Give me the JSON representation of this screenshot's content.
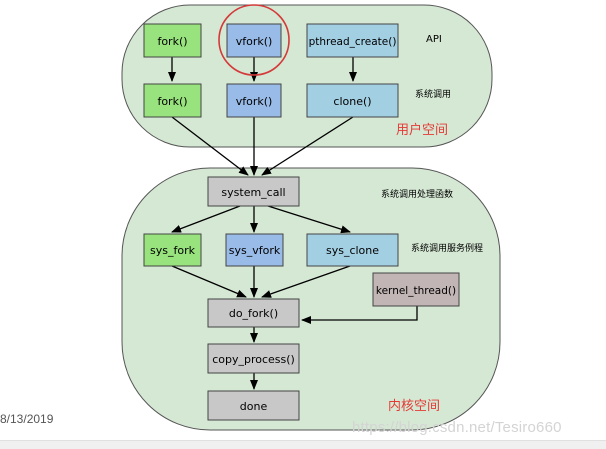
{
  "colors": {
    "region_fill": "#d5e8d4",
    "region_stroke": "#555555",
    "green": "#98e37d",
    "blue": "#99bbe8",
    "teal": "#a3cfe3",
    "gray": "#c8c8c8",
    "mauve": "#c2b5b5",
    "label_red": "#e53935",
    "highlight": "#d43a3a"
  },
  "regions": {
    "user": {
      "label": "用户空间"
    },
    "kernel": {
      "label": "内核空间"
    }
  },
  "side_labels": {
    "api": "API",
    "syscall": "系统调用",
    "handler": "系统调用处理函数",
    "service": "系统调用服务例程"
  },
  "nodes": {
    "fork_api": {
      "label": "fork()",
      "color": "green"
    },
    "vfork_api": {
      "label": "vfork()",
      "color": "blue",
      "highlighted": true
    },
    "pthread_api": {
      "label": "pthread_create()",
      "color": "teal"
    },
    "fork_sys": {
      "label": "fork()",
      "color": "green"
    },
    "vfork_sys": {
      "label": "vfork()",
      "color": "blue"
    },
    "clone_sys": {
      "label": "clone()",
      "color": "teal"
    },
    "system_call": {
      "label": "system_call",
      "color": "gray"
    },
    "sys_fork": {
      "label": "sys_fork",
      "color": "green"
    },
    "sys_vfork": {
      "label": "sys_vfork",
      "color": "blue"
    },
    "sys_clone": {
      "label": "sys_clone",
      "color": "teal"
    },
    "kernel_thread": {
      "label": "kernel_thread()",
      "color": "mauve"
    },
    "do_fork": {
      "label": "do_fork()",
      "color": "gray"
    },
    "copy_process": {
      "label": "copy_process()",
      "color": "gray"
    },
    "done": {
      "label": "done",
      "color": "gray"
    }
  },
  "footer": {
    "date": "8/13/2019",
    "watermark": "https://blog.csdn.net/Tesiro660"
  }
}
